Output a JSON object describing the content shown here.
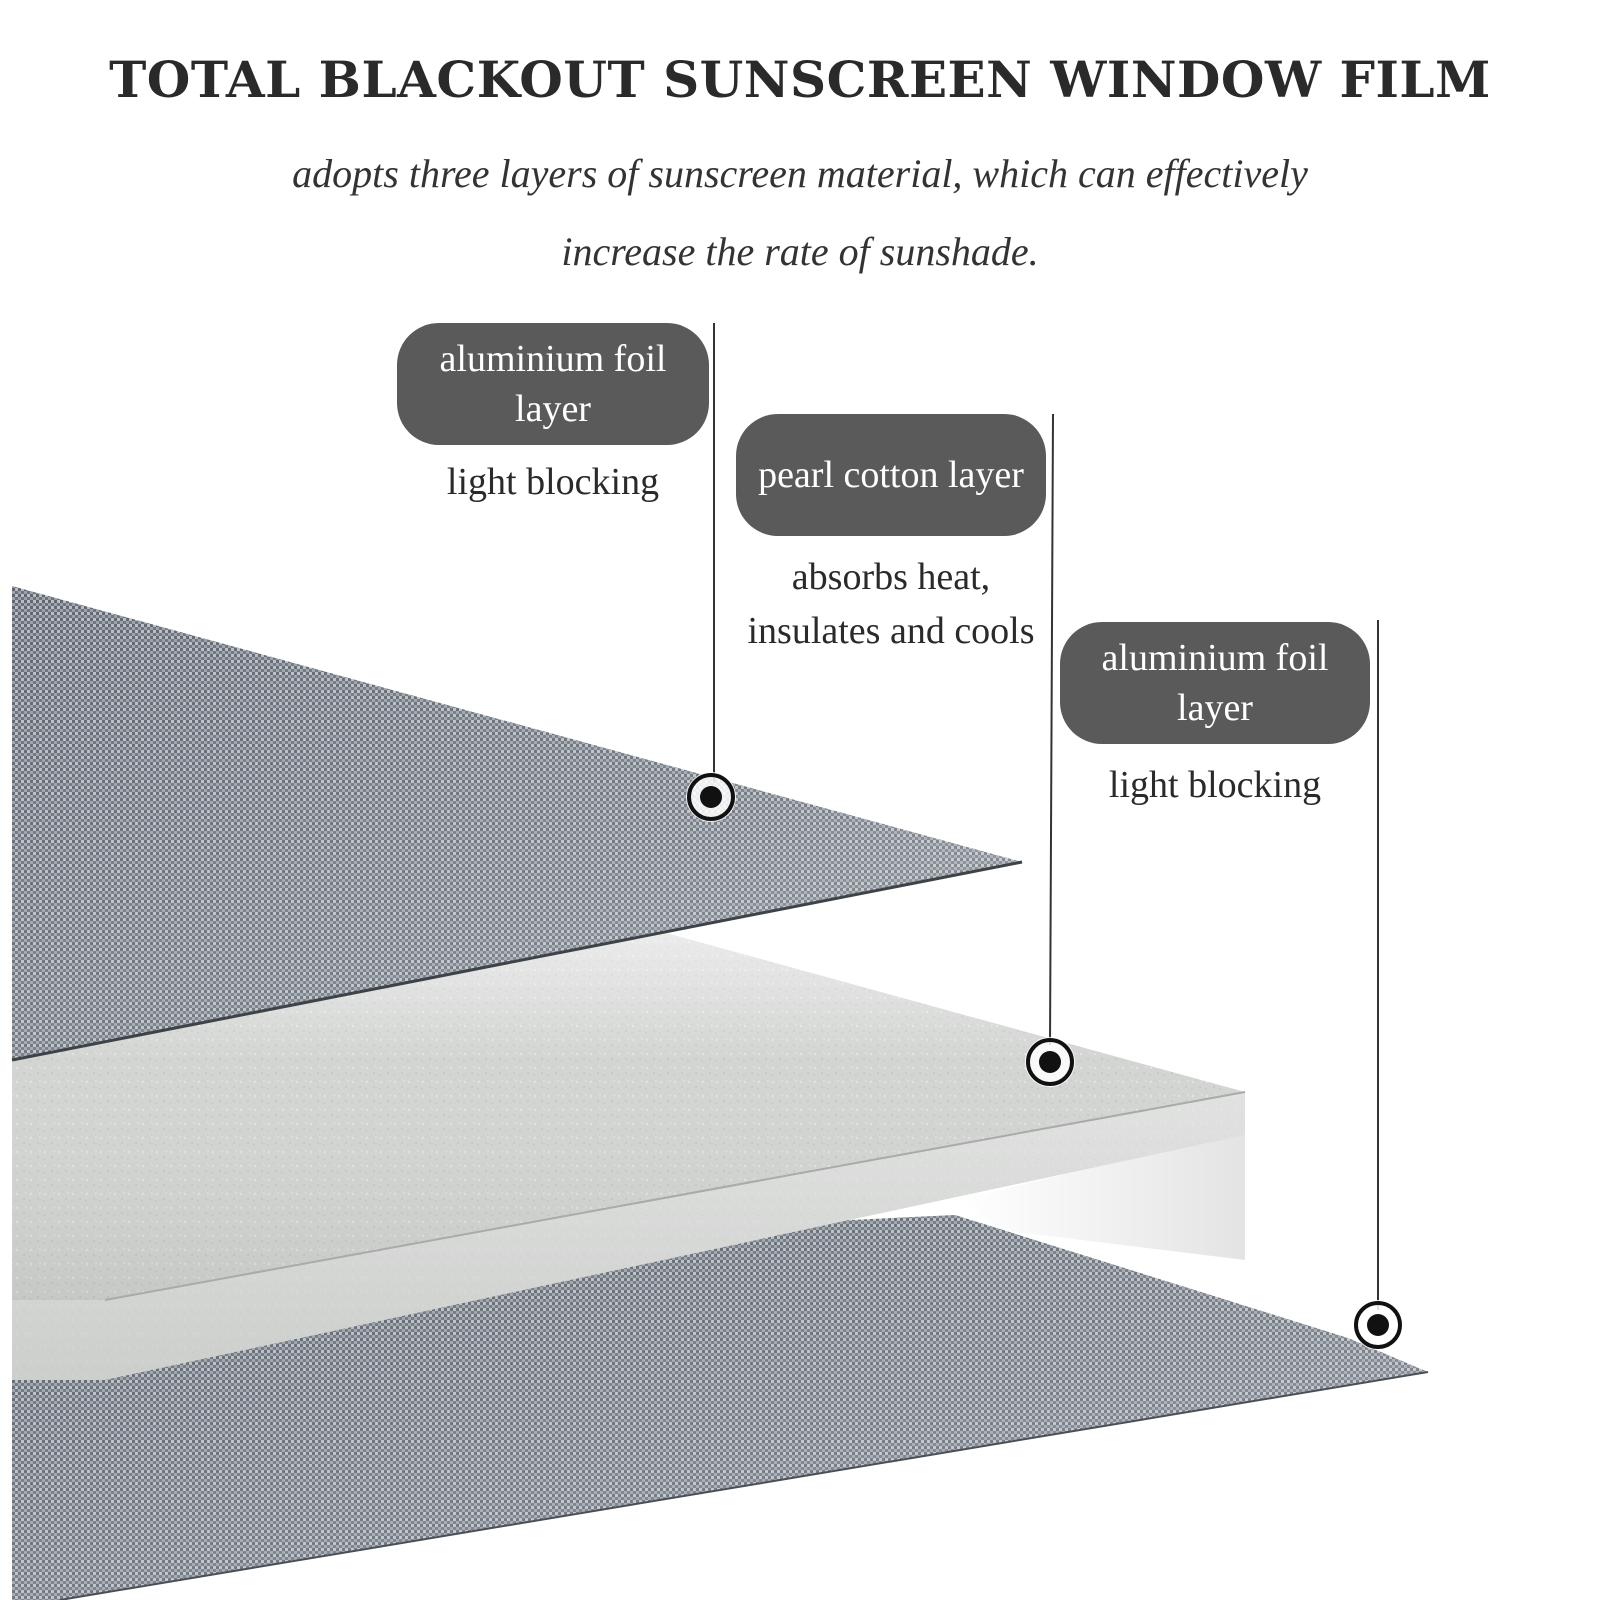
{
  "header": {
    "title": "TOTAL BLACKOUT SUNSCREEN WINDOW FILM",
    "subtitle_line1": "adopts three layers of sunscreen material, which can effectively",
    "subtitle_line2": "increase the rate of sunshade."
  },
  "layers": [
    {
      "label": "aluminium foil layer",
      "description": "light blocking",
      "texture": "mesh",
      "color": "#8e96a0"
    },
    {
      "label": "pearl cotton layer",
      "description": "absorbs heat, insulates and cools",
      "texture": "foam",
      "color": "#cfd1cf"
    },
    {
      "label": "aluminium foil layer",
      "description": "light blocking",
      "texture": "mesh",
      "color": "#8e96a0"
    }
  ],
  "colors": {
    "label_background": "#5a5a5a",
    "label_text": "#ffffff",
    "leader_line": "#333333",
    "marker": "#111111"
  },
  "icons": {
    "marker": "target-dot-icon"
  }
}
